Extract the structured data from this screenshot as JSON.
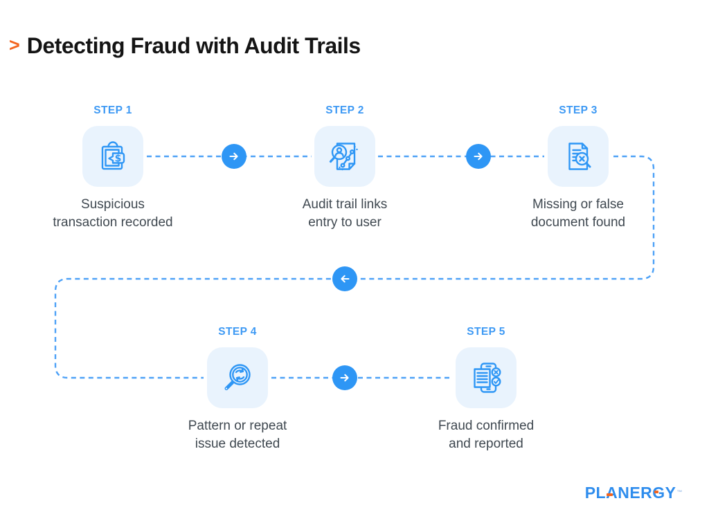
{
  "title": {
    "accent": ">",
    "text": "Detecting Fraud with Audit Trails"
  },
  "steps": [
    {
      "label": "STEP 1",
      "caption_line1": "Suspicious",
      "caption_line2": "transaction recorded",
      "icon": "clipboard-dollar-icon"
    },
    {
      "label": "STEP 2",
      "caption_line1": "Audit trail links",
      "caption_line2": "entry to user",
      "icon": "magnifier-user-chart-icon"
    },
    {
      "label": "STEP 3",
      "caption_line1": "Missing or false",
      "caption_line2": "document found",
      "icon": "document-error-magnifier-icon"
    },
    {
      "label": "STEP 4",
      "caption_line1": "Pattern or repeat",
      "caption_line2": "issue detected",
      "icon": "magnifier-refresh-icon"
    },
    {
      "label": "STEP 5",
      "caption_line1": "Fraud confirmed",
      "caption_line2": "and reported",
      "icon": "phone-report-check-icon"
    }
  ],
  "connectors": {
    "flow_arrow_directions": [
      "right",
      "right",
      "left",
      "right"
    ]
  },
  "logo": {
    "text": "PLANERGY",
    "trademark": "™"
  },
  "colors": {
    "accent_orange": "#F4651F",
    "primary_blue": "#2E96F5",
    "tile_background": "#E9F3FD",
    "step_label_blue": "#3D99F4",
    "dash_blue": "#4DA1F7",
    "caption_gray": "#3F4850",
    "title_black": "#141414",
    "logo_blue": "#2F8DED"
  }
}
